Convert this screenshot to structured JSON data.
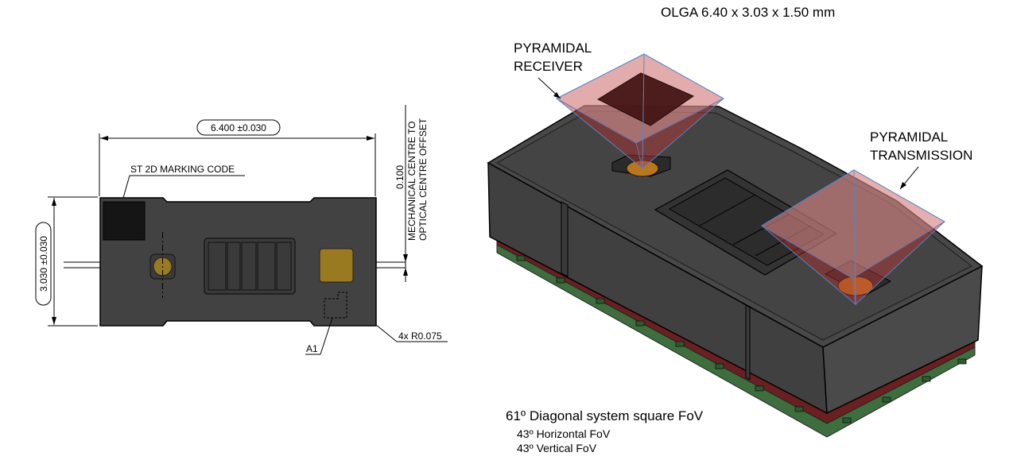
{
  "title": "OLGA 6.40 x 3.03 x 1.50 mm",
  "drawing_2d": {
    "width_dim": "6.400 ±0.030",
    "height_dim": "3.030 ±0.030",
    "offset_value": "0.100",
    "offset_label_line1": "MECHANICAL CENTRE TO",
    "offset_label_line2": "OPTICAL CENTRE OFFSET",
    "marking_label": "ST 2D MARKING CODE",
    "pin_label": "A1",
    "radius_label": "4x R0.075"
  },
  "drawing_3d": {
    "receiver_line1": "PYRAMIDAL",
    "receiver_line2": "RECEIVER",
    "transmission_line1": "PYRAMIDAL",
    "transmission_line2": "TRANSMISSION"
  },
  "fov": {
    "headline": "61º Diagonal system square FoV",
    "horizontal": "43º Horizontal FoV",
    "vertical": "43º Vertical FoV"
  },
  "colors": {
    "body": "#424242",
    "outline": "#000000",
    "lens": "#9a7a20",
    "fov_fill": "#e8a8a8",
    "fov_edge": "#5588cc",
    "pcb_green": "#3e6e3e",
    "pcb_red": "#6a2020"
  }
}
